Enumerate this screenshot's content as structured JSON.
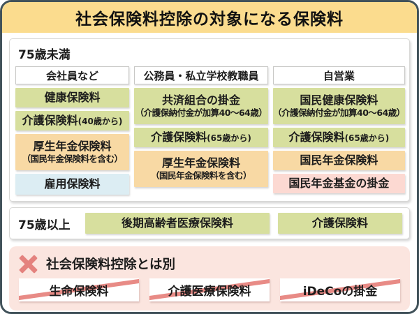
{
  "title": "社会保険料控除の対象になる保険料",
  "colors": {
    "title_band": "#fbdc8e",
    "health_green": "#d7df9e",
    "pension_orange": "#f8d9a4",
    "employment_blue": "#dcedf3",
    "fund_pink": "#fcd9d2",
    "excluded_panel_pink": "#fbe5df",
    "strike_red": "#e4827e",
    "outer_border": "#41525a"
  },
  "under75": {
    "label": "75歳未満",
    "columns": [
      {
        "header": "会社員など",
        "items": [
          {
            "text": "健康保険料"
          },
          {
            "text": "介護保険料",
            "note": "(40歳から)"
          },
          {
            "text": "厚生年金保険料",
            "sub": "（国民年金保険料を含む）"
          },
          {
            "text": "雇用保険料"
          }
        ]
      },
      {
        "header": "公務員・私立学校教職員",
        "items": [
          {
            "text": "共済組合の掛金",
            "sub": "（介護保納付金が加算40〜64歳）"
          },
          {
            "text": "介護保険料",
            "note": "(65歳から)"
          },
          {
            "text": "厚生年金保険料",
            "sub": "（国民年金保険料を含む）"
          }
        ]
      },
      {
        "header": "自営業",
        "items": [
          {
            "text": "国民健康保険料",
            "sub": "（介護保納付金が加算40〜64歳）"
          },
          {
            "text": "介護保険料",
            "note": "(65歳から)"
          },
          {
            "text": "国民年金保険料"
          },
          {
            "text": "国民年金基金の掛金"
          }
        ]
      }
    ]
  },
  "over75": {
    "label": "75歳以上",
    "items": [
      {
        "text": "後期高齢者医療保険料"
      },
      {
        "text": "介護保険料"
      }
    ]
  },
  "excluded": {
    "title": "社会保険料控除とは別",
    "items": [
      {
        "text": "生命保険料"
      },
      {
        "text": "介護医療保険料"
      },
      {
        "text": "iDeCoの掛金"
      }
    ]
  }
}
